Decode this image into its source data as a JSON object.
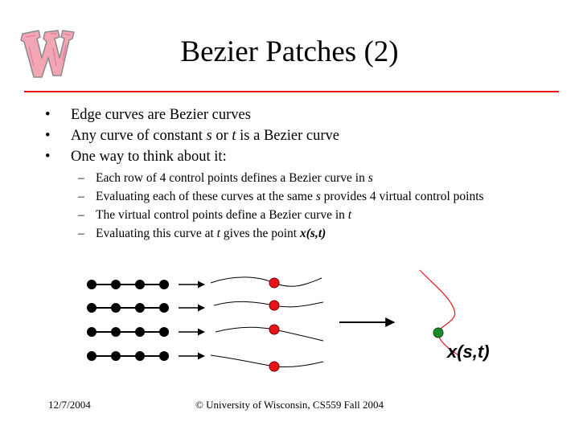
{
  "slide": {
    "title": "Bezier Patches (2)",
    "accent_color": "#e8141c"
  },
  "logo": {
    "icon": "wisconsin-w-logo-icon",
    "color": "#f2a5b5"
  },
  "bullets": [
    {
      "parts": [
        "Edge curves are Bezier curves"
      ]
    },
    {
      "parts": [
        "Any curve of constant ",
        "s",
        " or ",
        "t",
        " is a Bezier curve"
      ]
    },
    {
      "parts": [
        "One way to think about it:"
      ]
    }
  ],
  "sub_bullets": [
    {
      "parts": [
        "Each row of 4 control points defines a Bezier curve in ",
        "s"
      ]
    },
    {
      "parts": [
        "Evaluating each of these curves at the same ",
        "s",
        " provides 4 virtual control points"
      ]
    },
    {
      "parts": [
        "The virtual control points define a Bezier curve in ",
        "t"
      ]
    },
    {
      "parts": [
        "Evaluating this curve at ",
        "t",
        " gives the point ",
        "x(s,t)"
      ]
    }
  ],
  "diagram": {
    "point_label": "x(s,t)",
    "control_point_color": "#000000",
    "virtual_point_color": "#e8141c",
    "result_point_color": "#1a8a2a",
    "curve_color": "#e8141c"
  },
  "footer": {
    "date": "12/7/2004",
    "copyright": "© University of Wisconsin, CS559 Fall 2004"
  }
}
